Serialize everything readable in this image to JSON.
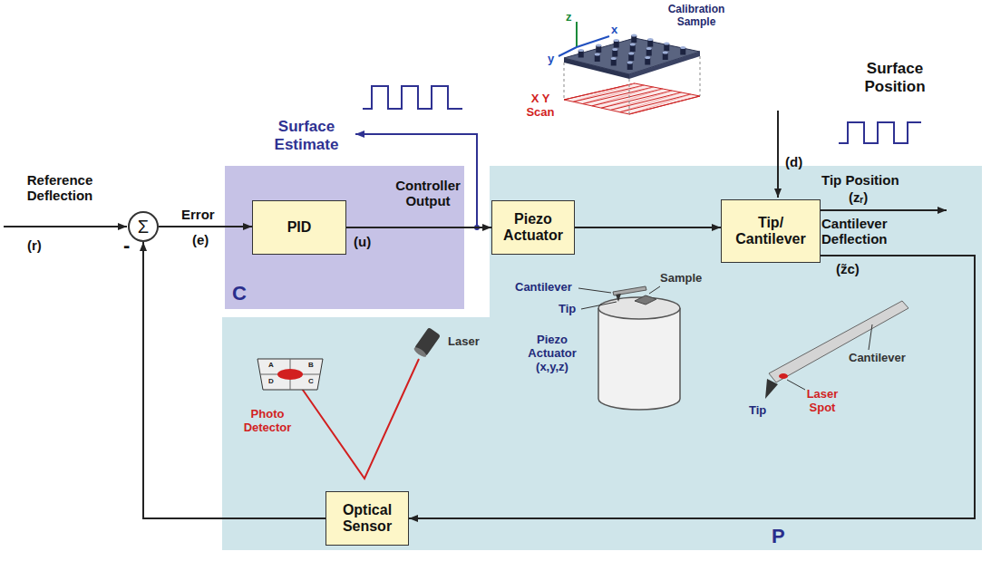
{
  "diagram": {
    "nodes": [
      {
        "text": [
          "Σ"
        ]
      },
      {
        "text": [
          "C"
        ]
      },
      {
        "text": [
          "PID"
        ],
        "in": 1
      },
      {
        "text": [
          "P"
        ]
      },
      {
        "text": [
          "Piezo Actuator"
        ],
        "in": 3
      },
      {
        "text": [
          "Tip/ Cantilever"
        ],
        "in": 3
      },
      {
        "text": [
          "Optical Sensor"
        ],
        "in": 3
      }
    ],
    "edges": [
      {
        "from": 0,
        "to": 2,
        "arrow": "to",
        "label": "Error"
      },
      {
        "from": 2,
        "to": 4,
        "arrow": "to",
        "label": "Controller Output"
      },
      {
        "from": 4,
        "to": 5,
        "arrow": "to"
      },
      {
        "from": 5,
        "to": 6,
        "arrow": "to"
      },
      {
        "from": 6,
        "to": 0,
        "arrow": "to"
      }
    ],
    "labels": [
      "Calibration Sample",
      "z",
      "x",
      "y",
      "X Y Scan",
      "Surface Position",
      "Surface Estimate",
      "(d)",
      "Reference Deflection",
      "Tip Position",
      "(zᵣ)",
      "(e)",
      "(u)",
      "Cantilever Deflection",
      "(z̃c)",
      "(r)",
      "-",
      "Sample",
      "Cantilever",
      "Tip",
      "Piezo Actuator (x,y,z)",
      "Laser",
      "A",
      "B",
      "D",
      "C",
      "Cantilever",
      "Laser Spot",
      "Tip",
      "Photo Detector"
    ]
  }
}
